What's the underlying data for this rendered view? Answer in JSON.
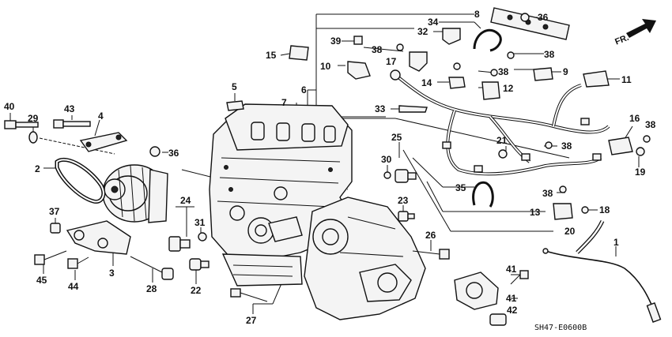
{
  "diagram": {
    "code": "SH47-E0600B",
    "direction": "FR.",
    "callouts": [
      "1",
      "2",
      "3",
      "4",
      "5",
      "6",
      "7",
      "8",
      "9",
      "10",
      "11",
      "12",
      "13",
      "14",
      "15",
      "16",
      "17",
      "18",
      "19",
      "20",
      "21",
      "22",
      "23",
      "24",
      "25",
      "26",
      "27",
      "28",
      "29",
      "30",
      "31",
      "32",
      "33",
      "34",
      "35",
      "36",
      "37",
      "38",
      "39",
      "40",
      "41",
      "42",
      "43",
      "44",
      "45"
    ]
  },
  "labels": {
    "c1": "1",
    "c2": "2",
    "c3": "3",
    "c4": "4",
    "c5": "5",
    "c6": "6",
    "c7": "7",
    "c8": "8",
    "c9": "9",
    "c10": "10",
    "c11": "11",
    "c12": "12",
    "c13": "13",
    "c14": "14",
    "c15": "15",
    "c16": "16",
    "c17": "17",
    "c18": "18",
    "c19": "19",
    "c20": "20",
    "c21": "21",
    "c22": "22",
    "c23": "23",
    "c24": "24",
    "c25": "25",
    "c26": "26",
    "c27": "27",
    "c28": "28",
    "c29": "29",
    "c30": "30",
    "c31": "31",
    "c32": "32",
    "c33": "33",
    "c34": "34",
    "c35": "35",
    "c36": "36",
    "c37": "37",
    "c38": "38",
    "c39": "39",
    "c40": "40",
    "c41": "41",
    "c42": "42",
    "c43": "43",
    "c44": "44",
    "c45": "45"
  }
}
